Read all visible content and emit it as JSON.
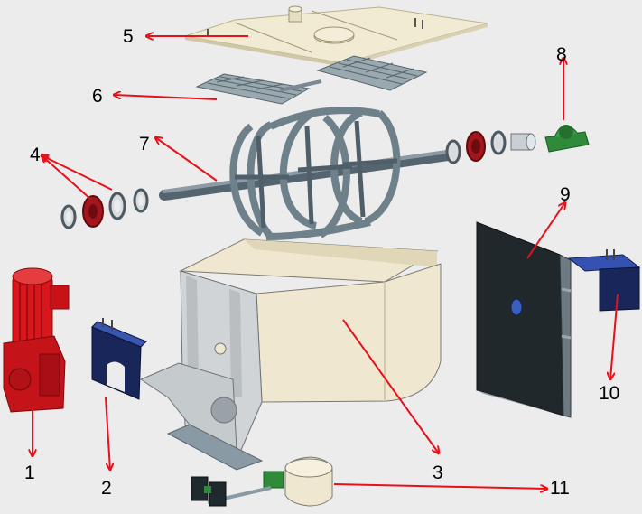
{
  "callouts": {
    "n1": "1",
    "n2": "2",
    "n3": "3",
    "n4": "4",
    "n5": "5",
    "n6": "6",
    "n7": "7",
    "n8": "8",
    "n9": "9",
    "n10": "10",
    "n11": "11"
  },
  "colors": {
    "background": "#ececec",
    "arrow": "#e8101a",
    "motor": "#d8161b",
    "trough": "#efe7cf",
    "steel": "#8a9aa5",
    "dark_panel": "#20282c",
    "navy_plate": "#18265a",
    "bearing_green": "#2f8a3a"
  }
}
